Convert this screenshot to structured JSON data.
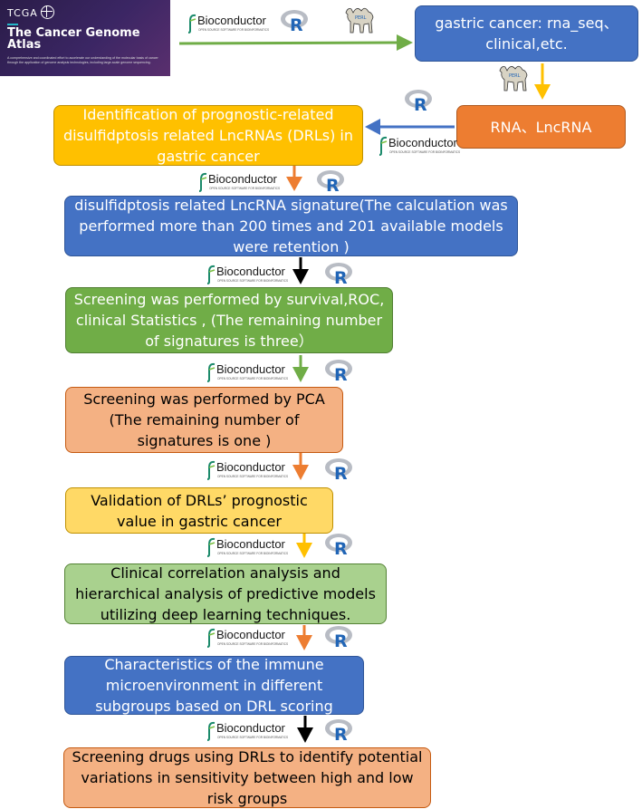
{
  "tcga": {
    "label": "TCGA",
    "title": "The Cancer Genome Atlas",
    "desc": "A comprehensive and coordinated effort to accelerate our understanding of the molecular basis of cancer through the application of genome analysis technologies, including large-scale genome sequencing."
  },
  "bioconductor": {
    "word": "Bioconductor",
    "tagline": "OPEN SOURCE SOFTWARE FOR BIOINFORMATICS"
  },
  "r_logo": {
    "letter": "R"
  },
  "camel": {
    "label": "PERL"
  },
  "boxes": {
    "data_source": "gastric cancer: rna_seq、clinical,etc.",
    "rna": "RNA、LncRNA",
    "step1": "Identification of prognostic-related disulfidptosis related LncRNAs (DRLs) in gastric cancer",
    "step2": "disulfidptosis related LncRNA signature(The calculation was performed more than 200 times  and 201 available models were retention  )",
    "step3": "Screening was performed by  survival,ROC, clinical Statistics , (The remaining number of signatures is three）",
    "step4": "Screening was performed by PCA (The remaining number of signatures is one )",
    "step5": "Validation of DRLs’ prognostic value in gastric cancer",
    "step6": "Clinical correlation analysis and hierarchical analysis of predictive models utilizing deep learning techniques.",
    "step7": "Characteristics of the immune microenvironment in different subgroups based on DRL scoring",
    "step8": "Screening drugs using DRLs to identify potential variations in sensitivity between high and low risk groups"
  },
  "colors": {
    "blue": "#4472C4",
    "green": "#70AD47",
    "salmon": "#F4B183",
    "gold": "#FFC000",
    "orange": "#ED7D31",
    "light_yellow": "#FFD966",
    "light_green": "#A9D18E",
    "black": "#000000"
  }
}
